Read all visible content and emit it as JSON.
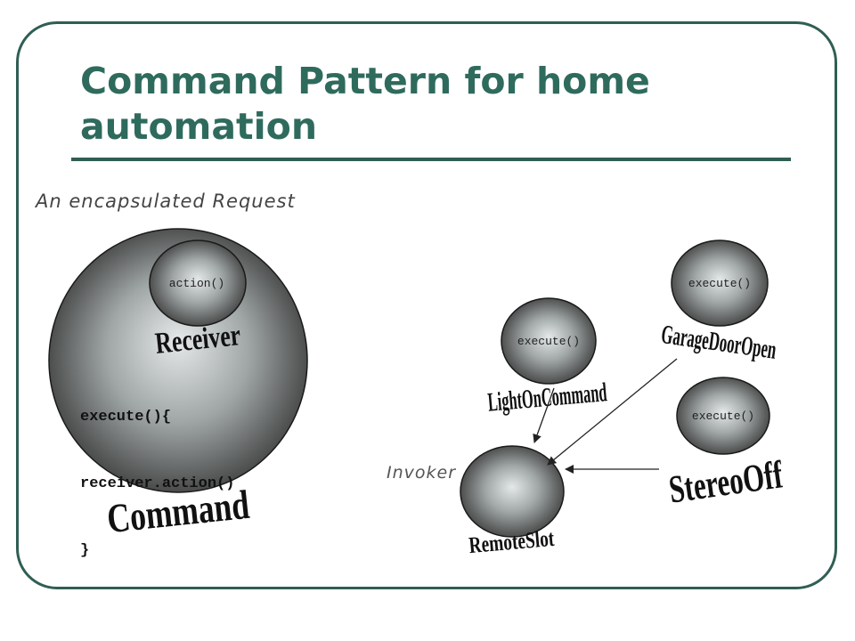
{
  "slide": {
    "title": "Command Pattern for home automation",
    "caption_request": "An encapsulated Request",
    "caption_invoker": "Invoker"
  },
  "command_object": {
    "label": "Command",
    "code_lines": [
      "execute(){",
      "receiver.action()",
      "}"
    ],
    "receiver": {
      "label": "Receiver",
      "method": "action()"
    }
  },
  "commands": [
    {
      "label": "LightOnCommand",
      "method": "execute()"
    },
    {
      "label": "GarageDoorOpen",
      "method": "execute()"
    },
    {
      "label": "StereoOff",
      "method": "execute()"
    }
  ],
  "invoker": {
    "label": "RemoteSlot"
  },
  "colors": {
    "frame": "#2f5e54",
    "title": "#2f6b5d",
    "sphere_light": "#e2e6e6",
    "sphere_dark": "#3a3a3a"
  }
}
